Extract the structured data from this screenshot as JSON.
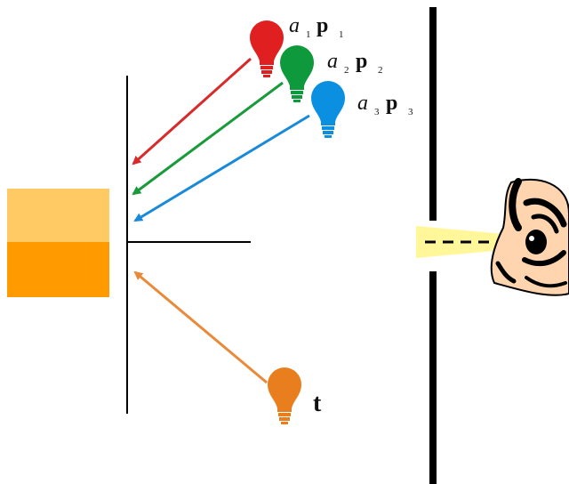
{
  "lights": [
    {
      "id": "red",
      "color": "#e02020",
      "coef": "a",
      "sub1": "1",
      "name": "p",
      "sub2": "1"
    },
    {
      "id": "green",
      "color": "#0e9a3c",
      "coef": "a",
      "sub1": "2",
      "name": "p",
      "sub2": "2"
    },
    {
      "id": "blue",
      "color": "#0b8fe0",
      "coef": "a",
      "sub1": "3",
      "name": "p",
      "sub2": "3"
    },
    {
      "id": "orange",
      "color": "#e87e1e",
      "label": "t"
    }
  ],
  "arrow_colors": {
    "red": "#d82a2a",
    "green": "#1a9a3a",
    "blue": "#1a8ad8",
    "orange": "#e88a3a"
  },
  "target_colors": {
    "top": "#ffc964",
    "bottom": "#ff9a00"
  },
  "beam_color": "#fff799",
  "skin_color": "#ffd5b0"
}
